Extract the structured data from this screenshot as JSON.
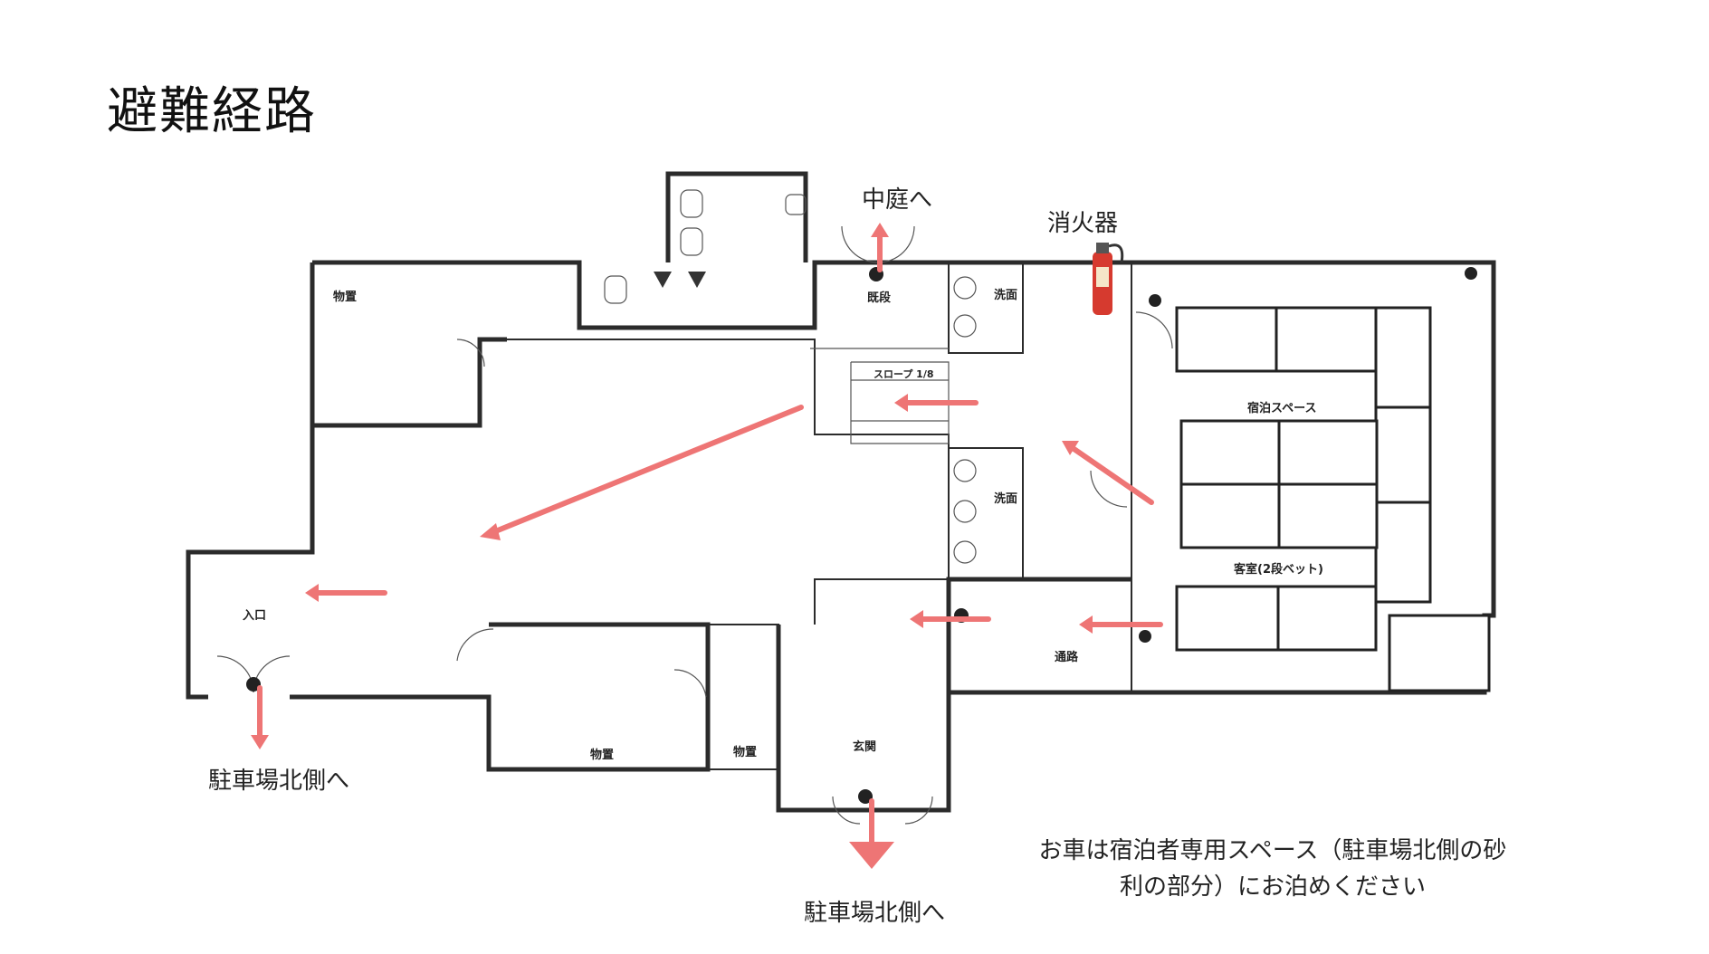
{
  "title": "避難経路",
  "labels": {
    "courtyard": "中庭へ",
    "extinguisher": "消火器",
    "parking_north_left": "駐車場北側へ",
    "parking_north_bottom": "駐車場北側へ"
  },
  "rooms": {
    "storage_top": "物置",
    "washroom_top": "洗面",
    "washroom_mid": "洗面",
    "slope": "スロープ 1/8",
    "step": "既段",
    "lodging_space": "宿泊スペース",
    "guest_room": "客室(2段ベット)",
    "entrance": "入口",
    "corridor": "通路",
    "storage_bottom_left": "物置",
    "storage_bottom_right": "物置",
    "genkan": "玄関"
  },
  "note": "お車は宿泊者専用スペース（駐車場北側の砂利の部分）にお泊めください",
  "colors": {
    "arrow": "#ee7575",
    "extinguisher": "#d63a2f",
    "wall": "#2b2b2b"
  },
  "icons": [
    "fire-extinguisher-icon",
    "exit-marker-icon",
    "toilet-icon",
    "sink-icon"
  ]
}
